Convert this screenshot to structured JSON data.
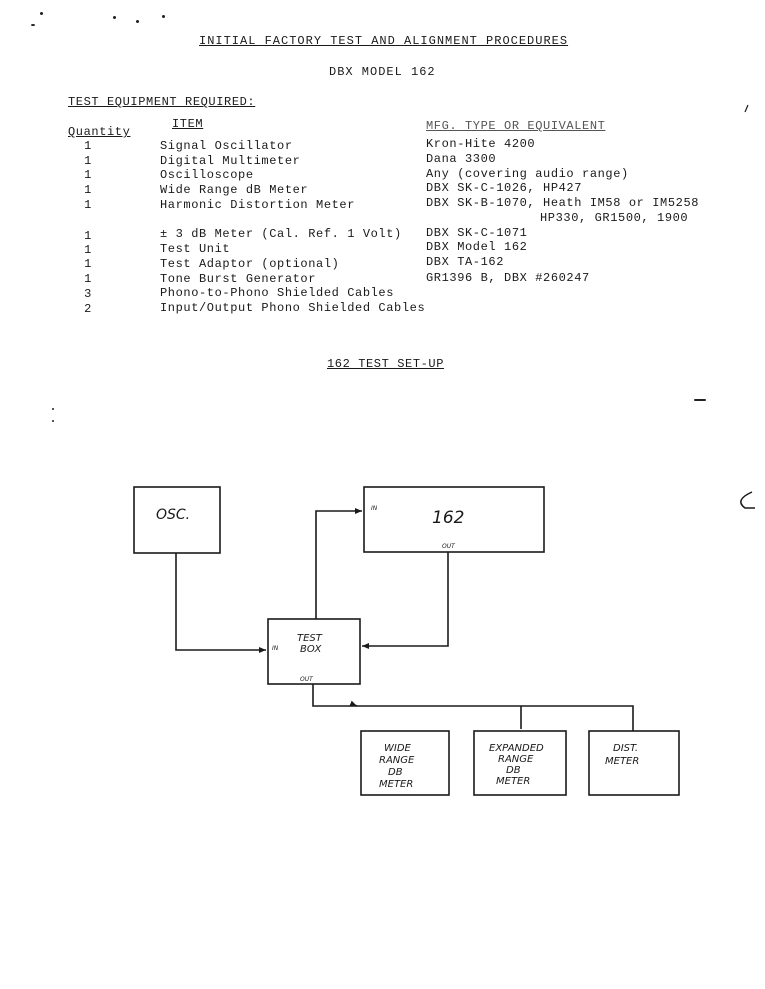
{
  "title": "INITIAL FACTORY TEST AND ALIGNMENT PROCEDURES",
  "model": "DBX MODEL 162",
  "equipment_heading": "TEST EQUIPMENT REQUIRED:",
  "columns": {
    "quantity": "Quantity",
    "item": "ITEM",
    "mfg": "MFG. TYPE OR EQUIVALENT"
  },
  "equipment": [
    {
      "qty": "1",
      "item": "Signal Oscillator",
      "mfg": "Kron-Hite 4200"
    },
    {
      "qty": "1",
      "item": "Digital Multimeter",
      "mfg": "Dana 3300"
    },
    {
      "qty": "1",
      "item": "Oscilloscope",
      "mfg": "Any (covering audio range)"
    },
    {
      "qty": "1",
      "item": "Wide Range dB Meter",
      "mfg": "DBX SK-C-1026, HP427"
    },
    {
      "qty": "1",
      "item": "Harmonic Distortion Meter",
      "mfg": "DBX SK-B-1070, Heath IM58 or IM5258",
      "mfg2": "HP330, GR1500, 1900"
    },
    {
      "qty": "1",
      "item": "± 3 dB Meter (Cal. Ref. 1 Volt)",
      "mfg": "DBX SK-C-1071"
    },
    {
      "qty": "1",
      "item": "Test Unit",
      "mfg": "DBX Model 162"
    },
    {
      "qty": "1",
      "item": "Test Adaptor (optional)",
      "mfg": "DBX TA-162"
    },
    {
      "qty": "1",
      "item": "Tone Burst Generator",
      "mfg": "GR1396 B, DBX #260247"
    },
    {
      "qty": "3",
      "item": "Phono-to-Phono Shielded Cables",
      "mfg": ""
    },
    {
      "qty": "2",
      "item": "Input/Output Phono Shielded Cables",
      "mfg": ""
    }
  ],
  "setup_heading": "162 TEST SET-UP",
  "diagram": {
    "osc": "OSC.",
    "unit": "162",
    "unit_in": "IN",
    "unit_out": "OUT",
    "testbox_line1": "TEST",
    "testbox_line2": "BOX",
    "testbox_in": "IN",
    "testbox_out": "OUT",
    "meter1": [
      "WIDE",
      "RANGE",
      "DB",
      "METER"
    ],
    "meter2": [
      "EXPANDED",
      "RANGE",
      "DB",
      "METER"
    ],
    "meter3": [
      "DIST.",
      "METER"
    ]
  }
}
